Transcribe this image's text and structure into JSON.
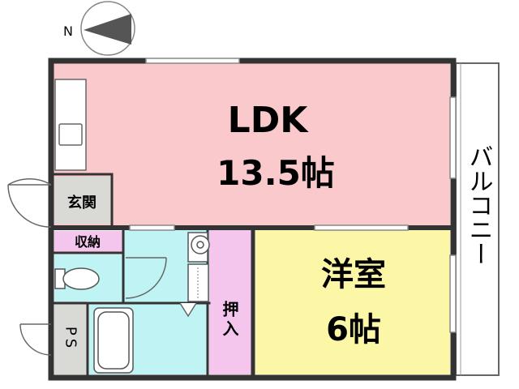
{
  "compass": {
    "label": "N"
  },
  "rooms": {
    "ldk": {
      "name": "LDK",
      "size": "13.5帖",
      "color": "#f9c9cc"
    },
    "western": {
      "name": "洋室",
      "size": "6帖",
      "color": "#fbf7a6"
    },
    "entrance": {
      "name": "玄関",
      "color": "#d9d9d6"
    },
    "storage": {
      "name": "収納",
      "color": "#f4c6ee"
    },
    "closet": {
      "name": "押入",
      "color": "#f4c6ee"
    },
    "ps": {
      "name": "PS",
      "color": "#d9d9d6"
    },
    "balcony": {
      "name": "バルコニー"
    },
    "wet_area_color": "#bff3f4"
  }
}
